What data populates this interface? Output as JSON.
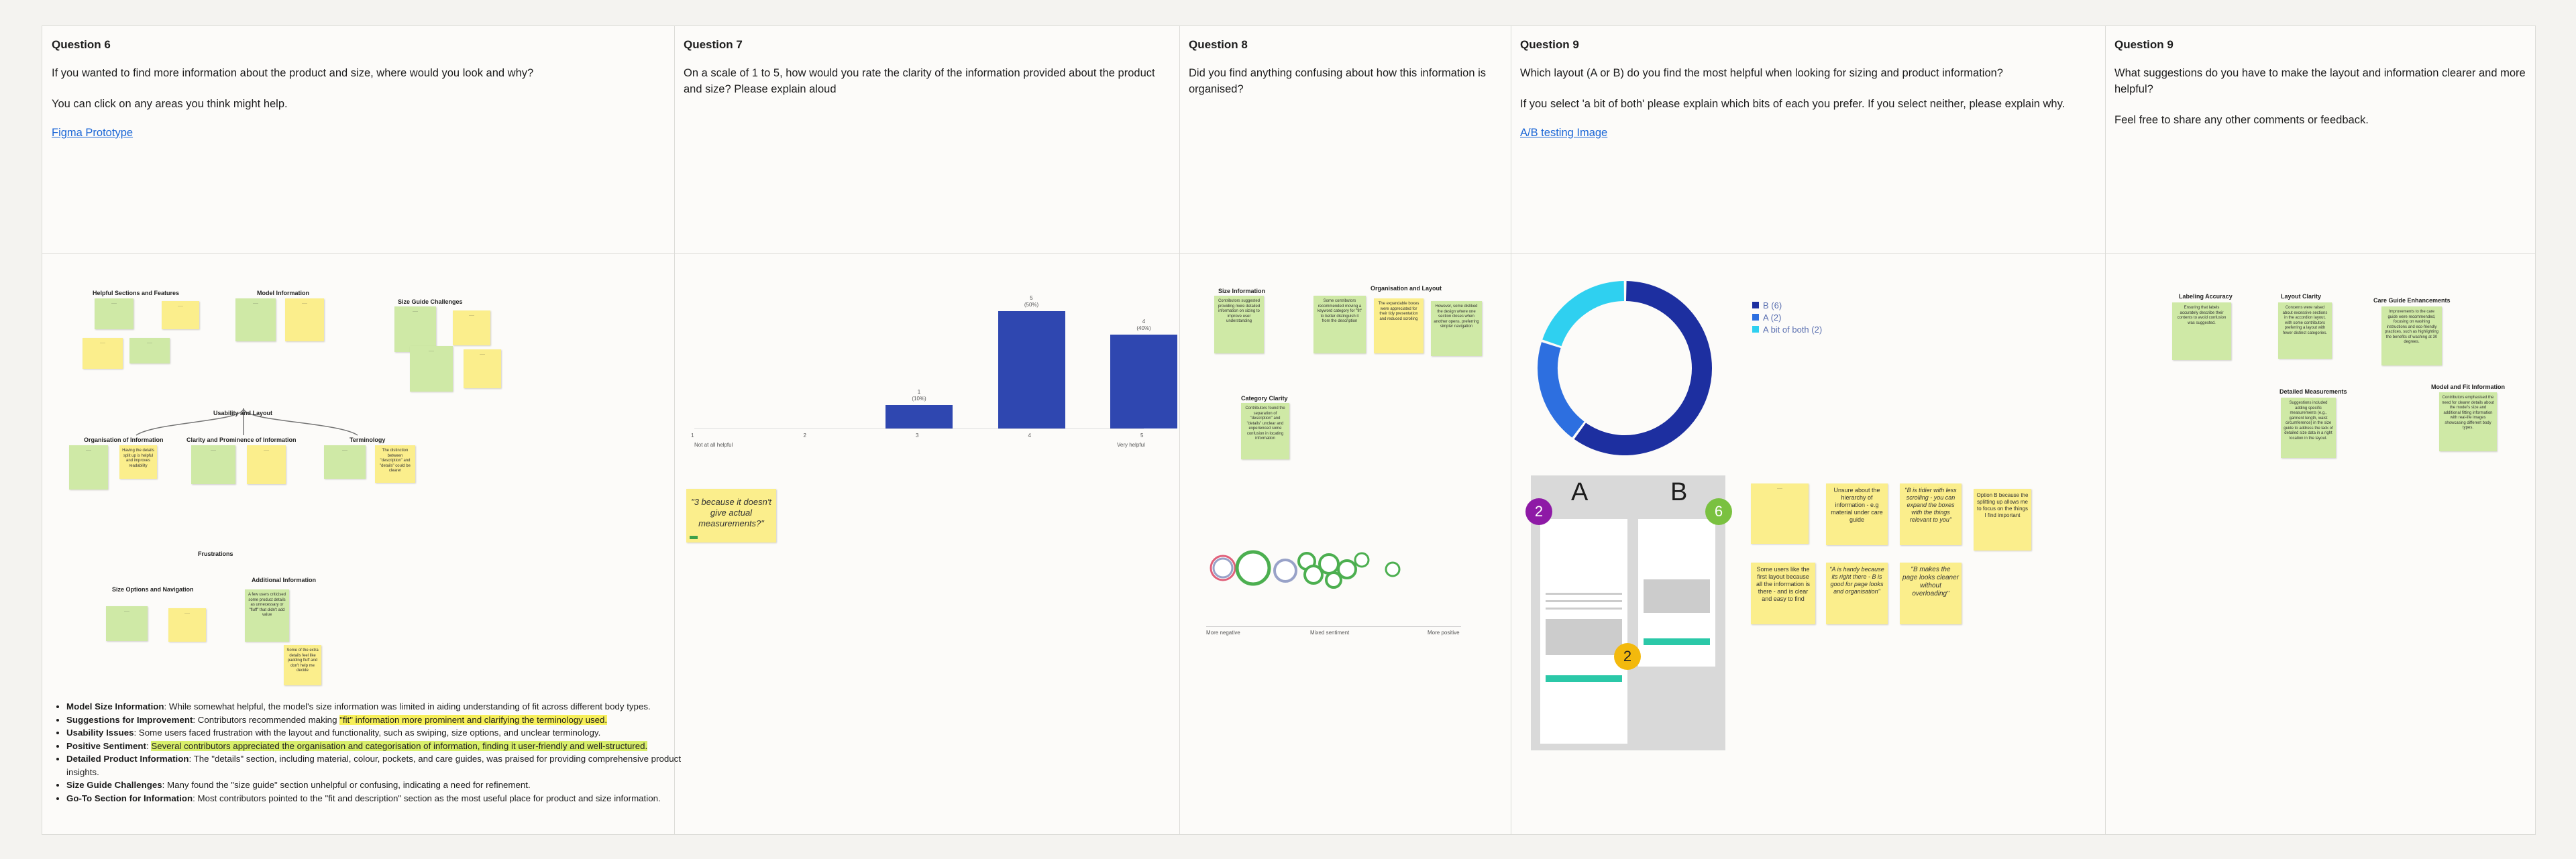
{
  "columns": [
    {
      "title": "Question 6",
      "paras": [
        "If you wanted to find more information about the product and size, where would you look and why?",
        "You can click on any areas you think might help."
      ],
      "link": "Figma Prototype"
    },
    {
      "title": "Question 7",
      "paras": [
        "On a scale of 1 to 5, how would you rate the clarity of the information provided about the product and size? Please explain aloud"
      ]
    },
    {
      "title": "Question 8",
      "paras": [
        "Did you find anything confusing about how this information is organised?"
      ]
    },
    {
      "title": "Question 9",
      "paras": [
        "Which layout (A or B) do you find the most helpful when looking for sizing and product information?",
        "If you select 'a bit of both' please explain which bits of each you prefer. If you select neither, please explain why."
      ],
      "link": "A/B testing Image"
    },
    {
      "title": "Question 9",
      "paras": [
        "What suggestions do you have to make the layout and information clearer and more helpful?",
        "Feel free to share any other comments or feedback."
      ]
    }
  ],
  "q6": {
    "sections": {
      "helpful": "Helpful Sections and Features",
      "model": "Model Information",
      "sizeguide": "Size Guide Challenges",
      "usability": "Usability and Layout",
      "org": "Organisation of Information",
      "clarity": "Clarity and Prominence of Information",
      "terminology": "Terminology",
      "frustrations": "Frustrations",
      "sizeopts": "Size Options and Navigation",
      "additional": "Additional Information"
    },
    "notes": {
      "n1": "Having the details split up is helpful and improves readability",
      "n2": "The distinction between \"description\" and \"details\" could be clearer",
      "n3": "A few users criticised some product details as unnecessary or \"fluff\" that didn't add value",
      "n4": "Some of the extra details feel like padding fluff and don't help me decide"
    },
    "summary": [
      {
        "b": "Model Size Information",
        "t": ": While somewhat helpful, the model's size information was limited in aiding understanding of fit across different body types."
      },
      {
        "b": "Suggestions for Improvement",
        "t": ": Contributors recommended making ",
        "h": "\"fit\" information more prominent and clarifying the terminology used.",
        "hc": "y"
      },
      {
        "b": "Usability Issues",
        "t": ": Some users faced frustration with the layout and functionality, such as swiping, size options, and unclear terminology."
      },
      {
        "b": "Positive Sentiment",
        "t": ": ",
        "h": "Several contributors appreciated the organisation and categorisation of information, finding it user-friendly and well-structured.",
        "hc": "g"
      },
      {
        "b": "Detailed Product Information",
        "t": ": The \"details\" section, including material, colour, pockets, and care guides, was praised for providing comprehensive product insights."
      },
      {
        "b": "Size Guide Challenges",
        "t": ": Many found the \"size guide\" section unhelpful or confusing, indicating a need for refinement."
      },
      {
        "b": "Go-To Section for Information",
        "t": ": Most contributors pointed to the \"fit and description\" section as the most useful place for product and size information."
      }
    ]
  },
  "q7": {
    "chart_data": {
      "type": "bar",
      "categories": [
        "1",
        "2",
        "3",
        "4",
        "5"
      ],
      "values": [
        0,
        0,
        1,
        5,
        4
      ],
      "data_labels": [
        "",
        "",
        "1\n(10%)",
        "5\n(50%)",
        "4\n(40%)"
      ],
      "scale_low": "Not at all helpful",
      "scale_high": "Very helpful",
      "color": "#2f47b0"
    },
    "quote": "\"3 because it doesn't give actual measurements?\""
  },
  "q8": {
    "sections": {
      "size": "Size Information",
      "org": "Organisation and Layout",
      "cat": "Category Clarity"
    },
    "notes": {
      "n1": "Contributors suggested providing more detailed information on sizing to improve user understanding",
      "n2": "Some contributors recommended moving a keyword category for \"fit\" to better distinguish it from the description",
      "n3": "The expandable boxes were appreciated for their tidy presentation and reduced scrolling",
      "n4": "However, some disliked the design where one section closes when another opens, preferring simpler navigation",
      "n5": "Contributors found the separation of \"description\" and \"details\" unclear and experienced some confusion in locating information"
    },
    "sentiment": {
      "neg": "More negative",
      "neu": "Mixed sentiment",
      "pos": "More positive"
    }
  },
  "q9": {
    "chart_data": {
      "type": "pie",
      "labels": [
        "B",
        "A",
        "A bit of both"
      ],
      "values": [
        6,
        2,
        2
      ],
      "legend": [
        "B (6)",
        "A (2)",
        "A bit of both (2)"
      ],
      "colors": [
        "#1d2fa0",
        "#2d6fe0",
        "#2fd0f0"
      ],
      "legend_position": "top-right"
    },
    "ab": {
      "a": "A",
      "b": "B",
      "count_a": "2",
      "count_b": "6",
      "count_both": "2"
    },
    "notes": [
      "Unsure about the hierarchy of information - e.g material under care guide",
      "\"B is tidier with less scrolling - you can expand the boxes with the things relevant to you\"",
      "Option B because the splitting up allows me to focus on the things I find important",
      "Some users like the first layout because all the information is there - and is clear and easy to find",
      "\"A is handy because its right there - B is good for page looks and organisation\"",
      "\"B makes the page looks cleaner without overloading\""
    ]
  },
  "q10": {
    "sections": {
      "labeling": "Labeling Accuracy",
      "layout": "Layout Clarity",
      "care": "Care Guide Enhancements",
      "detailed": "Detailed Measurements",
      "model": "Model and Fit Information"
    },
    "notes": {
      "n1": "Ensuring that labels accurately describe their contents to avoid confusion was suggested.",
      "n2": "Concerns were raised about excessive sections in the accordion layout, with some contributors preferring a layout with fewer distinct categories.",
      "n3": "Improvements to the care guide were recommended, focusing on washing instructions and eco-friendly practices, such as highlighting the benefits of washing at 30 degrees.",
      "n4": "Suggestions included adding specific measurements (e.g., garment length, waist circumference) in the size guide to address the lack of detailed size data in a right location in the layout.",
      "n5": "Contributors emphasised the need for clearer details about the model's size and additional fitting information with real-life images showcasing different body types."
    }
  }
}
